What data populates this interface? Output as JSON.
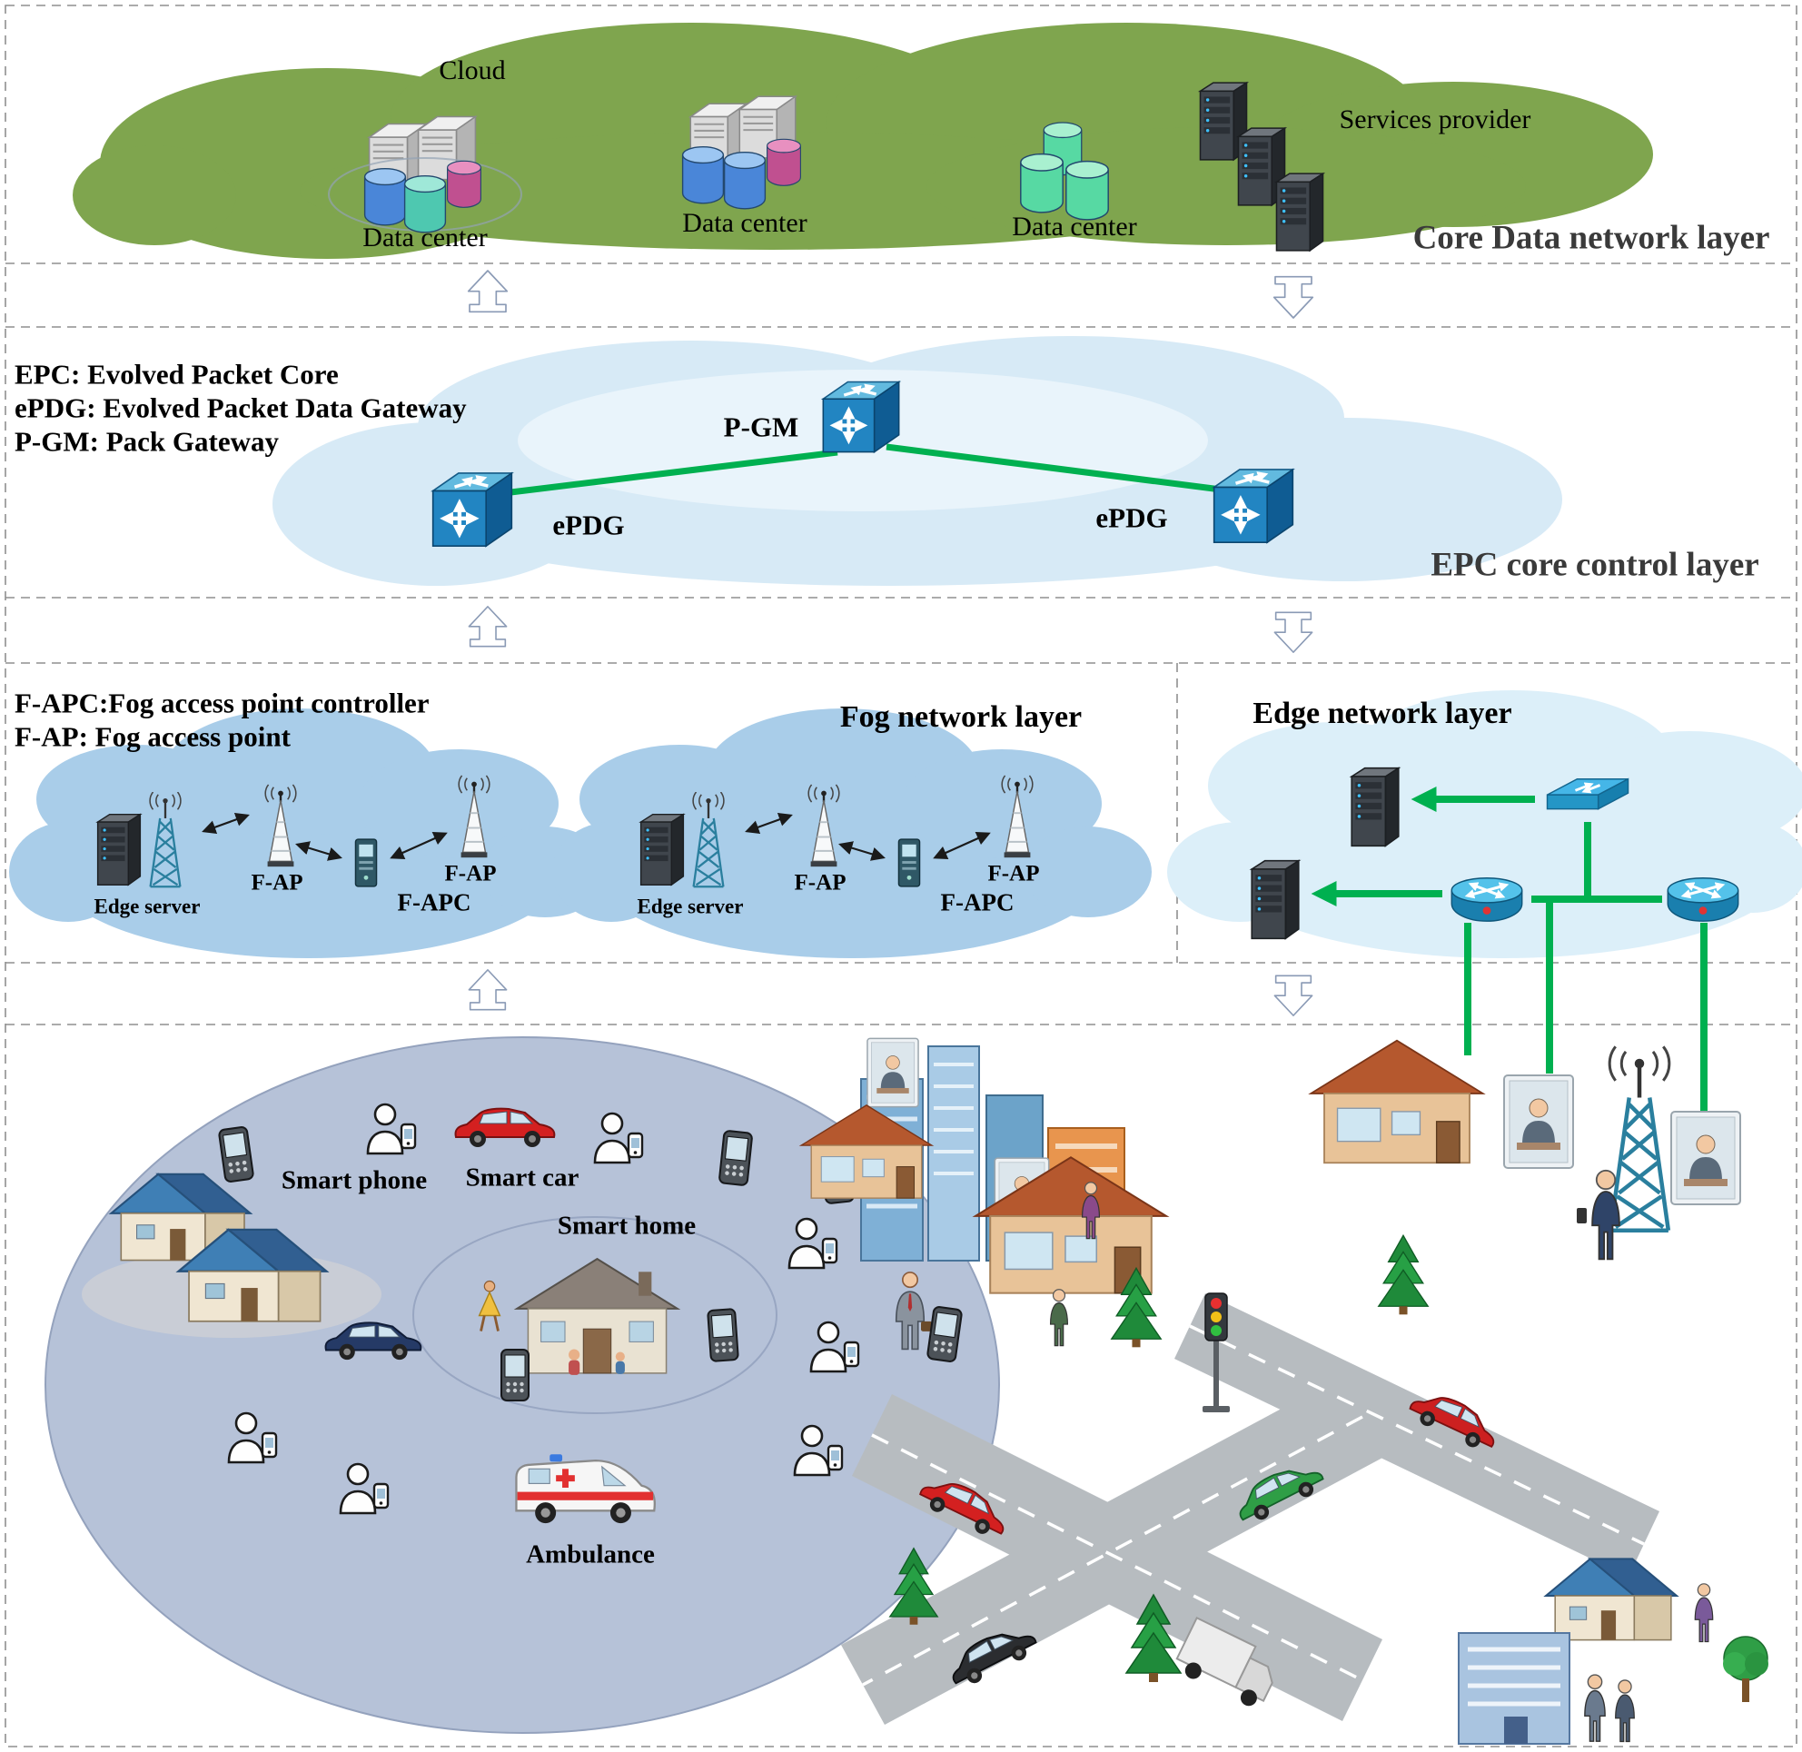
{
  "core_layer": {
    "title": "Core Data network layer",
    "cloud_label": "Cloud",
    "dc1_label": "Data center",
    "dc2_label": "Data center",
    "dc3_label": "Data center",
    "services_label": "Services provider"
  },
  "epc_layer": {
    "title": "EPC core control layer",
    "legend1": "EPC: Evolved Packet Core",
    "legend2": "ePDG: Evolved Packet Data Gateway",
    "legend3": "P-GM: Pack Gateway",
    "pgm": "P-GM",
    "epdg_left": "ePDG",
    "epdg_right": "ePDG"
  },
  "fog_layer": {
    "title": "Fog network layer",
    "legend1": "F-APC:Fog access point controller",
    "legend2": "F-AP: Fog access point",
    "cluster1": {
      "edge_server": "Edge server",
      "fap1": "F-AP",
      "fap2": "F-AP",
      "fapc": "F-APC"
    },
    "cluster2": {
      "edge_server": "Edge server",
      "fap1": "F-AP",
      "fap2": "F-AP",
      "fapc": "F-APC"
    }
  },
  "edge_layer": {
    "title": "Edge network layer"
  },
  "device_layer": {
    "smart_phone": "Smart phone",
    "smart_car": "Smart car",
    "smart_home": "Smart home",
    "ambulance": "Ambulance"
  },
  "icons": {
    "divider_left": "block-arrow-up",
    "divider_right": "block-arrow-down",
    "router": "blue-cube-router",
    "database": "cylinder-database",
    "server": "server-tower",
    "access_point": "antenna-cone"
  },
  "colors": {
    "core_cloud": "#7FA54E",
    "epc_cloud": "#D7EAF6",
    "fog_cloud": "#A9CDE9",
    "edge_cloud": "#DCEFF9",
    "device_ellipse": "#B6C2D8",
    "link_green": "#00B050",
    "layer_title": "#3A3A3A"
  }
}
